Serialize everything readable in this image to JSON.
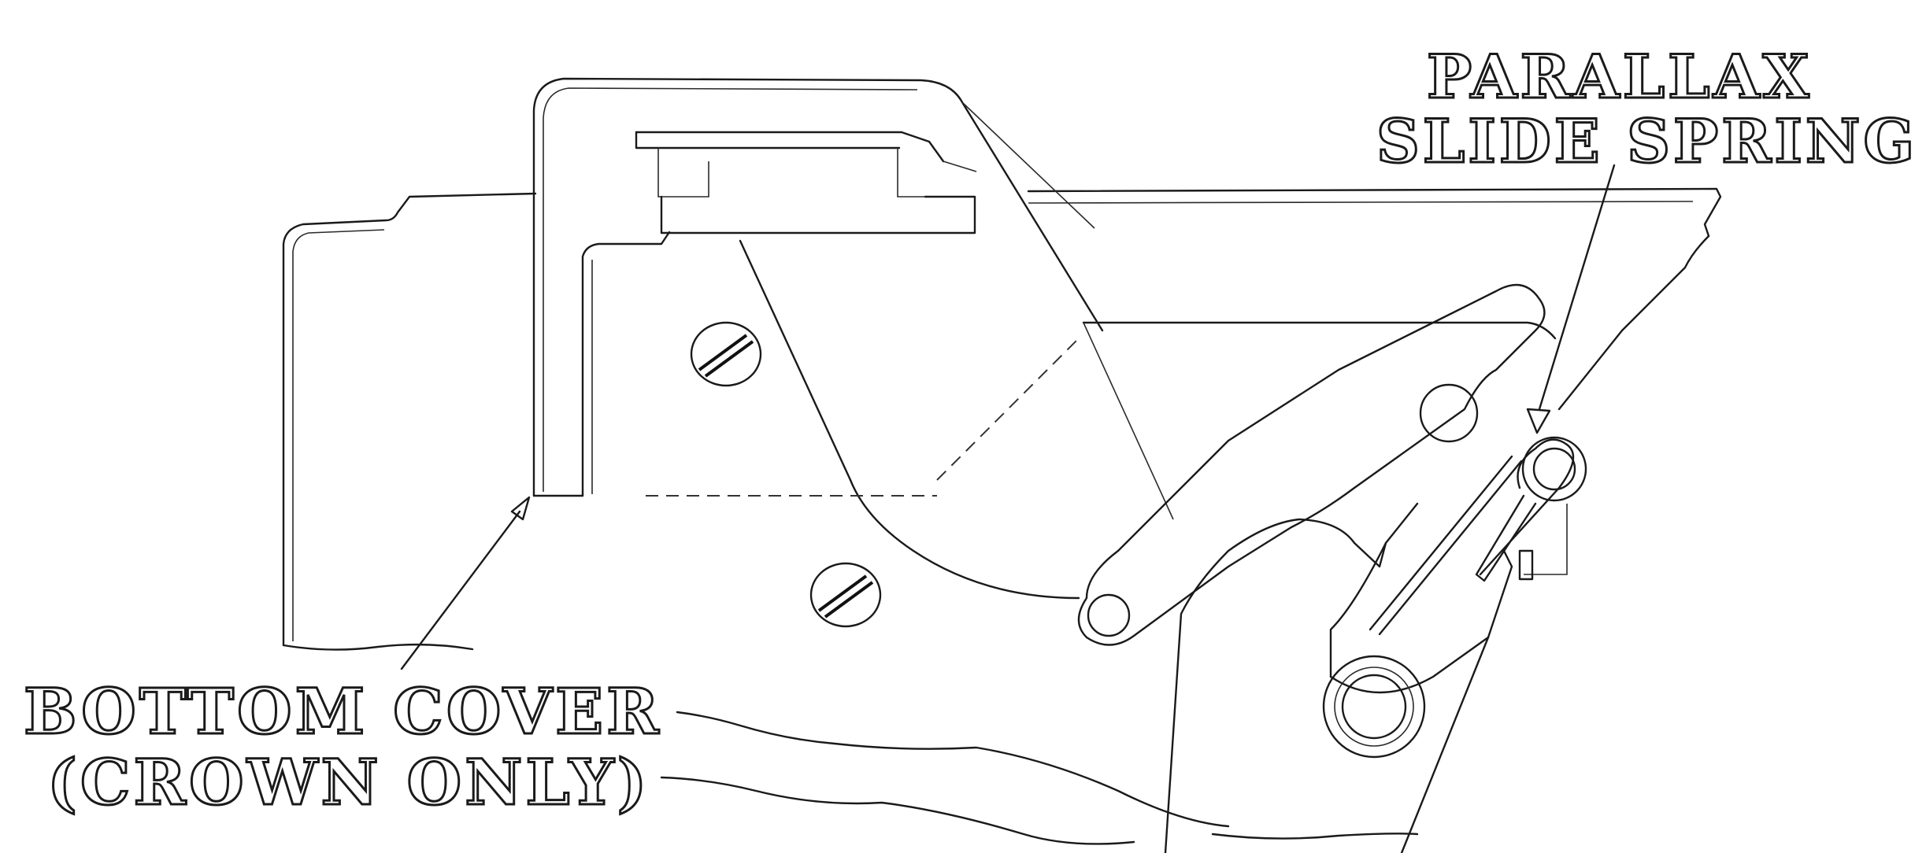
{
  "labels": {
    "parallax_line1": "PARALLAX",
    "parallax_line2": "SLIDE SPRING",
    "bottom_line1": "BOTTOM COVER",
    "bottom_line2": "(CROWN ONLY)"
  },
  "colors": {
    "ink": "#1a1a1a",
    "paper": "#ffffff"
  }
}
